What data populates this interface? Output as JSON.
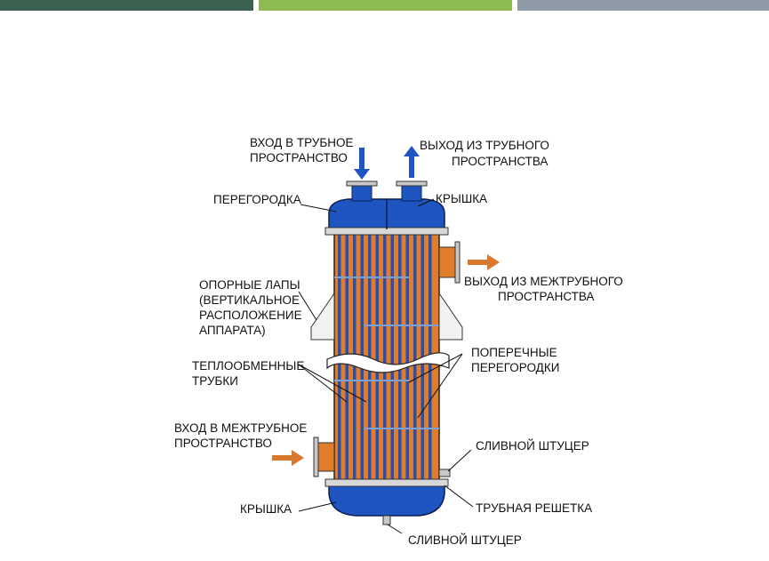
{
  "colors": {
    "bar_dark": "#3b6150",
    "bar_green": "#8dba51",
    "bar_gray": "#8d9aa6",
    "shell": "#1f55c0",
    "tube_orange": "#e07d2a",
    "tube_blue": "#274fb0",
    "flow_blue": "#1f55c0",
    "flow_orange": "#d9772d"
  },
  "labels": {
    "tube_inlet": [
      "ВХОД В ТРУБНОЕ",
      "ПРОСТРАНСТВО"
    ],
    "tube_outlet": [
      "ВЫХОД ИЗ ТРУБНОГО",
      "ПРОСТРАНСТВА"
    ],
    "partition": "ПЕРЕГОРОДКА",
    "cover_top": "КРЫШКА",
    "shell_outlet": [
      "ВЫХОД ИЗ МЕЖТРУБНОГО",
      "ПРОСТРАНСТВА"
    ],
    "support_legs": [
      "ОПОРНЫЕ ЛАПЫ",
      "(ВЕРТИКАЛЬНОЕ",
      "РАСПОЛОЖЕНИЕ",
      "АППАРАТА)"
    ],
    "cross_baffles": [
      "ПОПЕРЕЧНЫЕ",
      "ПЕРЕГОРОДКИ"
    ],
    "heat_tubes": [
      "ТЕПЛООБМЕННЫЕ",
      "ТРУБКИ"
    ],
    "shell_inlet": [
      "ВХОД В МЕЖТРУБНОЕ",
      "ПРОСТРАНСТВО"
    ],
    "drain_side": "СЛИВНОЙ ШТУЦЕР",
    "cover_bottom": "КРЫШКА",
    "tube_sheet": "ТРУБНАЯ РЕШЕТКА",
    "drain_bottom": "СЛИВНОЙ ШТУЦЕР"
  }
}
